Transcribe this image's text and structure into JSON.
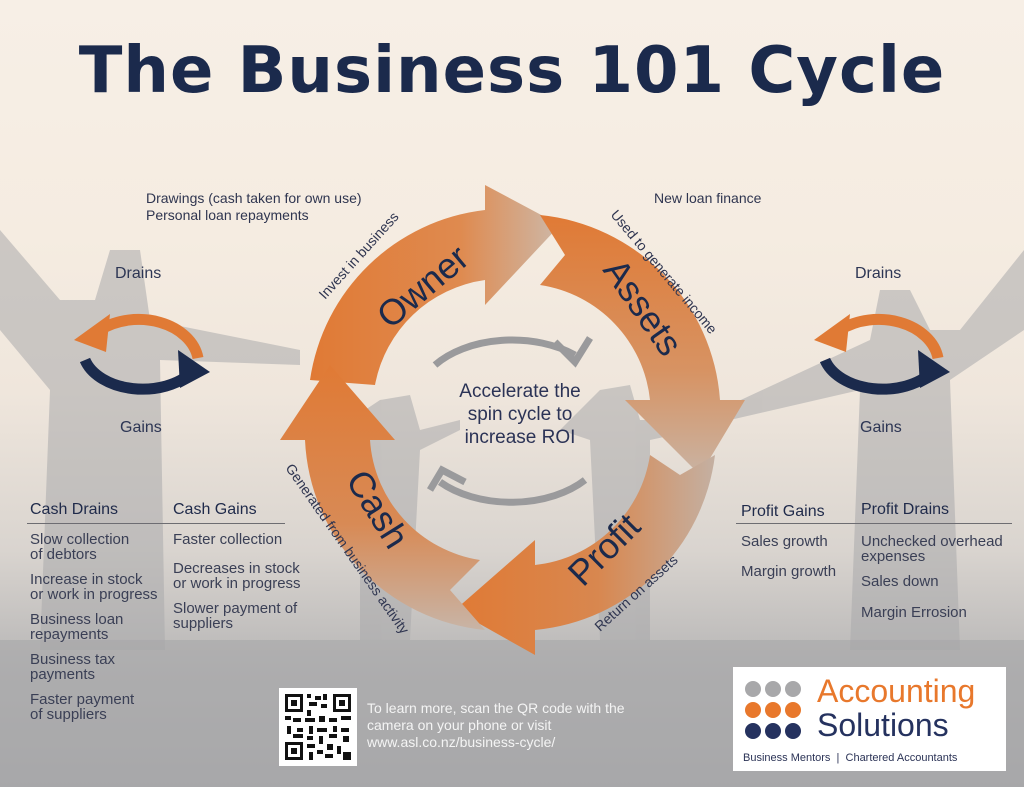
{
  "title": "The Business 101 Cycle",
  "top_left_notes": [
    "Drawings (cash taken for own use)",
    "Personal loan repayments"
  ],
  "top_right_note": "New loan finance",
  "left_cycle": {
    "drains_label": "Drains",
    "gains_label": "Gains"
  },
  "right_cycle": {
    "drains_label": "Drains",
    "gains_label": "Gains"
  },
  "cycle": {
    "stages": [
      {
        "name": "Owner",
        "caption": "Invest in business"
      },
      {
        "name": "Assets",
        "caption": "Used to generate income"
      },
      {
        "name": "Profit",
        "caption": "Return on assets"
      },
      {
        "name": "Cash",
        "caption": "Generated from business activity"
      }
    ],
    "center_lines": [
      "Accelerate the",
      "spin cycle to",
      "increase ROI"
    ]
  },
  "cash_drains": {
    "heading": "Cash Drains",
    "items": [
      [
        "Slow collection",
        "of debtors"
      ],
      [
        "Increase in stock",
        "or work in progress"
      ],
      [
        "Business loan",
        "repayments"
      ],
      [
        "Business tax",
        "payments"
      ],
      [
        "Faster payment",
        "of suppliers"
      ]
    ]
  },
  "cash_gains": {
    "heading": "Cash Gains",
    "items": [
      [
        "Faster collection"
      ],
      [
        "Decreases in stock",
        "or work in progress"
      ],
      [
        "Slower payment of",
        "suppliers"
      ]
    ]
  },
  "profit_gains": {
    "heading": "Profit Gains",
    "items": [
      [
        "Sales growth"
      ],
      [
        "Margin growth"
      ]
    ]
  },
  "profit_drains": {
    "heading": "Profit Drains",
    "items": [
      [
        "Unchecked overhead",
        "expenses"
      ],
      [
        "Sales down"
      ],
      [
        "Margin Errosion"
      ]
    ]
  },
  "qr": {
    "text_lines": [
      "To learn more, scan the QR code with the",
      "camera on your phone or visit",
      "www.asl.co.nz/business-cycle/"
    ]
  },
  "logo": {
    "line1": "Accounting",
    "line2": "Solutions",
    "tagline": "Business Mentors  |  Chartered Accountants"
  },
  "colors": {
    "orange": "#e07a35",
    "navy": "#1b2a4c",
    "grey_arrow": "#9a9a9c"
  }
}
